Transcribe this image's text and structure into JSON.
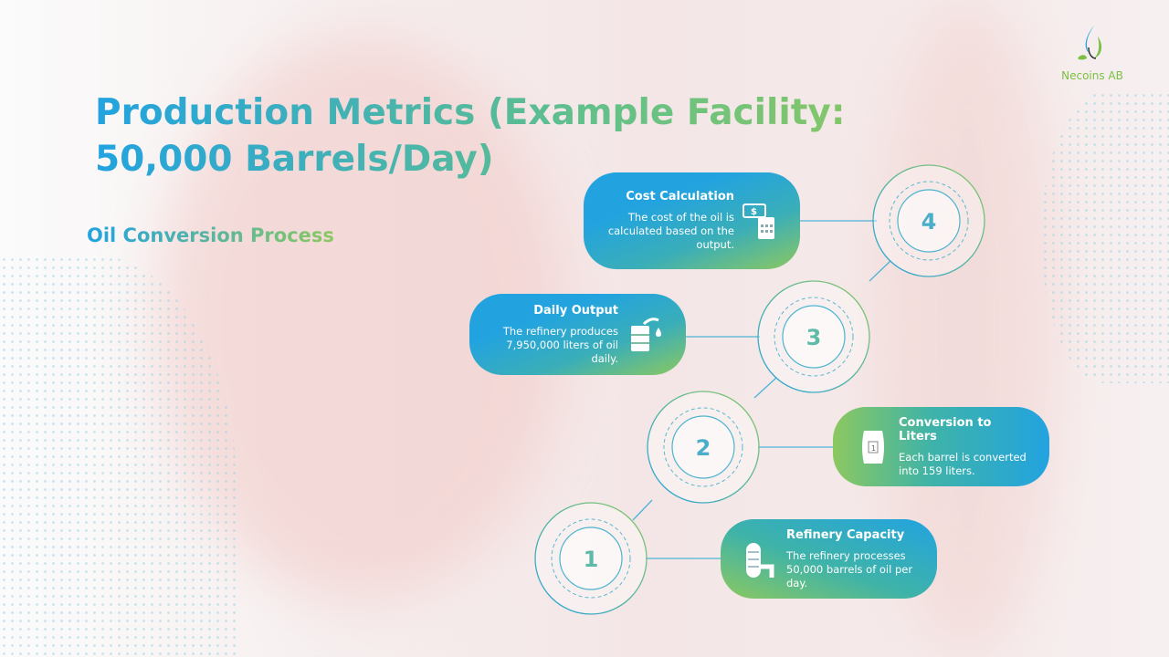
{
  "title": "Production Metrics (Example Facility: 50,000 Barrels/Day)",
  "subtitle": "Oil Conversion Process",
  "logo": {
    "text": "Necoins AB"
  },
  "steps": [
    {
      "number": "1",
      "title": "Refinery Capacity",
      "text": "The refinery processes 50,000 barrels of oil per day.",
      "icon": "refinery-icon"
    },
    {
      "number": "2",
      "title": "Conversion to Liters",
      "text": "Each barrel is converted into 159 liters.",
      "icon": "barrel-icon"
    },
    {
      "number": "3",
      "title": "Daily Output",
      "text": "The refinery produces 7,950,000 liters of oil daily.",
      "icon": "oil-output-icon"
    },
    {
      "number": "4",
      "title": "Cost Calculation",
      "text": "The cost of the oil is calculated based on the output.",
      "icon": "money-calculator-icon"
    }
  ],
  "colors": {
    "blue": "#22a3e0",
    "green": "#8cc860"
  }
}
